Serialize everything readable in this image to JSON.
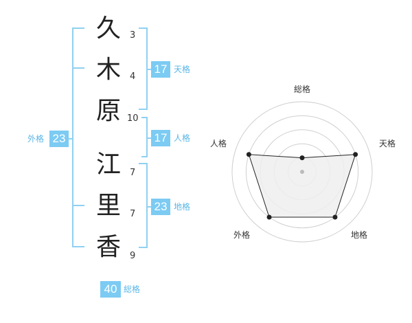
{
  "characters": [
    {
      "char": "久",
      "strokes": "3"
    },
    {
      "char": "木",
      "strokes": "4"
    },
    {
      "char": "原",
      "strokes": "10"
    },
    {
      "char": "江",
      "strokes": "7"
    },
    {
      "char": "里",
      "strokes": "7"
    },
    {
      "char": "香",
      "strokes": "9"
    }
  ],
  "ten": {
    "value": "17",
    "label": "天格"
  },
  "jin": {
    "value": "17",
    "label": "人格"
  },
  "chi": {
    "value": "23",
    "label": "地格"
  },
  "gai": {
    "value": "23",
    "label": "外格"
  },
  "so": {
    "value": "40",
    "label": "総格"
  },
  "radar": {
    "axes": [
      "総格",
      "天格",
      "地格",
      "外格",
      "人格"
    ],
    "levels": [
      1,
      4,
      4,
      4,
      4
    ],
    "max": 5,
    "rings": 5,
    "stroke_color": "#222222",
    "fill_color": "#eeeeee",
    "ring_color": "#cfcfcf"
  },
  "colors": {
    "accent": "#7ccbf3",
    "accent_text": "#5ab6e6"
  }
}
